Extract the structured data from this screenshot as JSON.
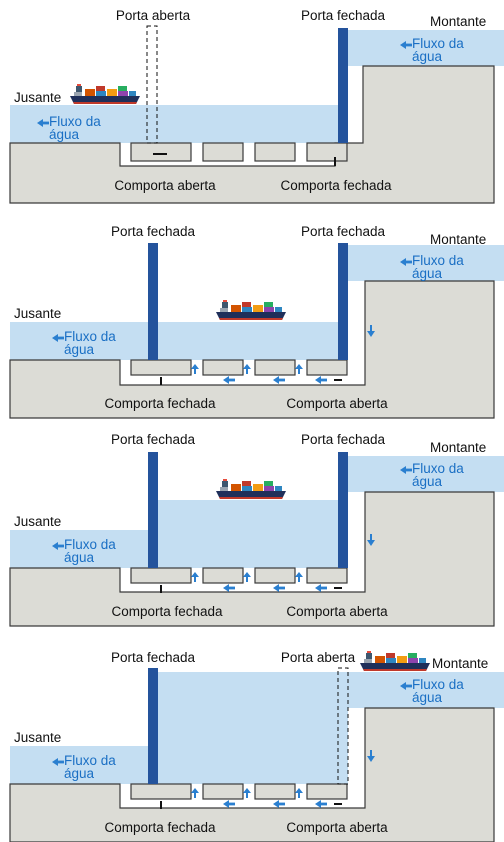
{
  "colors": {
    "water": "#c4def2",
    "concrete": "#dcdcd6",
    "concrete_edge": "#3a3a3a",
    "gate": "#24539c",
    "flow_text": "#1a6fc4",
    "arrow": "#2a7fd0"
  },
  "icons": [
    "ship-icon",
    "flow-arrow-icon",
    "gate-icon"
  ],
  "stages": [
    {
      "label_left_gate": "Porta aberta",
      "label_right_gate": "Porta fechada",
      "label_upstream": "Montante",
      "label_downstream": "Jusante",
      "flow_up_1": "Fluxo da",
      "flow_up_2": "água",
      "flow_down_1": "Fluxo da",
      "flow_down_2": "água",
      "label_left_valve": "Comporta aberta",
      "label_right_valve": "Comporta fechada"
    },
    {
      "label_left_gate": "Porta fechada",
      "label_right_gate": "Porta fechada",
      "label_upstream": "Montante",
      "label_downstream": "Jusante",
      "flow_up_1": "Fluxo da",
      "flow_up_2": "água",
      "flow_down_1": "Fluxo da",
      "flow_down_2": "água",
      "label_left_valve": "Comporta fechada",
      "label_right_valve": "Comporta aberta"
    },
    {
      "label_left_gate": "Porta fechada",
      "label_right_gate": "Porta fechada",
      "label_upstream": "Montante",
      "label_downstream": "Jusante",
      "flow_up_1": "Fluxo da",
      "flow_up_2": "água",
      "flow_down_1": "Fluxo da",
      "flow_down_2": "água",
      "label_left_valve": "Comporta fechada",
      "label_right_valve": "Comporta aberta"
    },
    {
      "label_left_gate": "Porta fechada",
      "label_right_gate": "Porta aberta",
      "label_upstream": "Montante",
      "label_downstream": "Jusante",
      "flow_up_1": "Fluxo da",
      "flow_up_2": "água",
      "flow_down_1": "Fluxo da",
      "flow_down_2": "água",
      "label_left_valve": "Comporta fechada",
      "label_right_valve": "Comporta aberta"
    }
  ]
}
